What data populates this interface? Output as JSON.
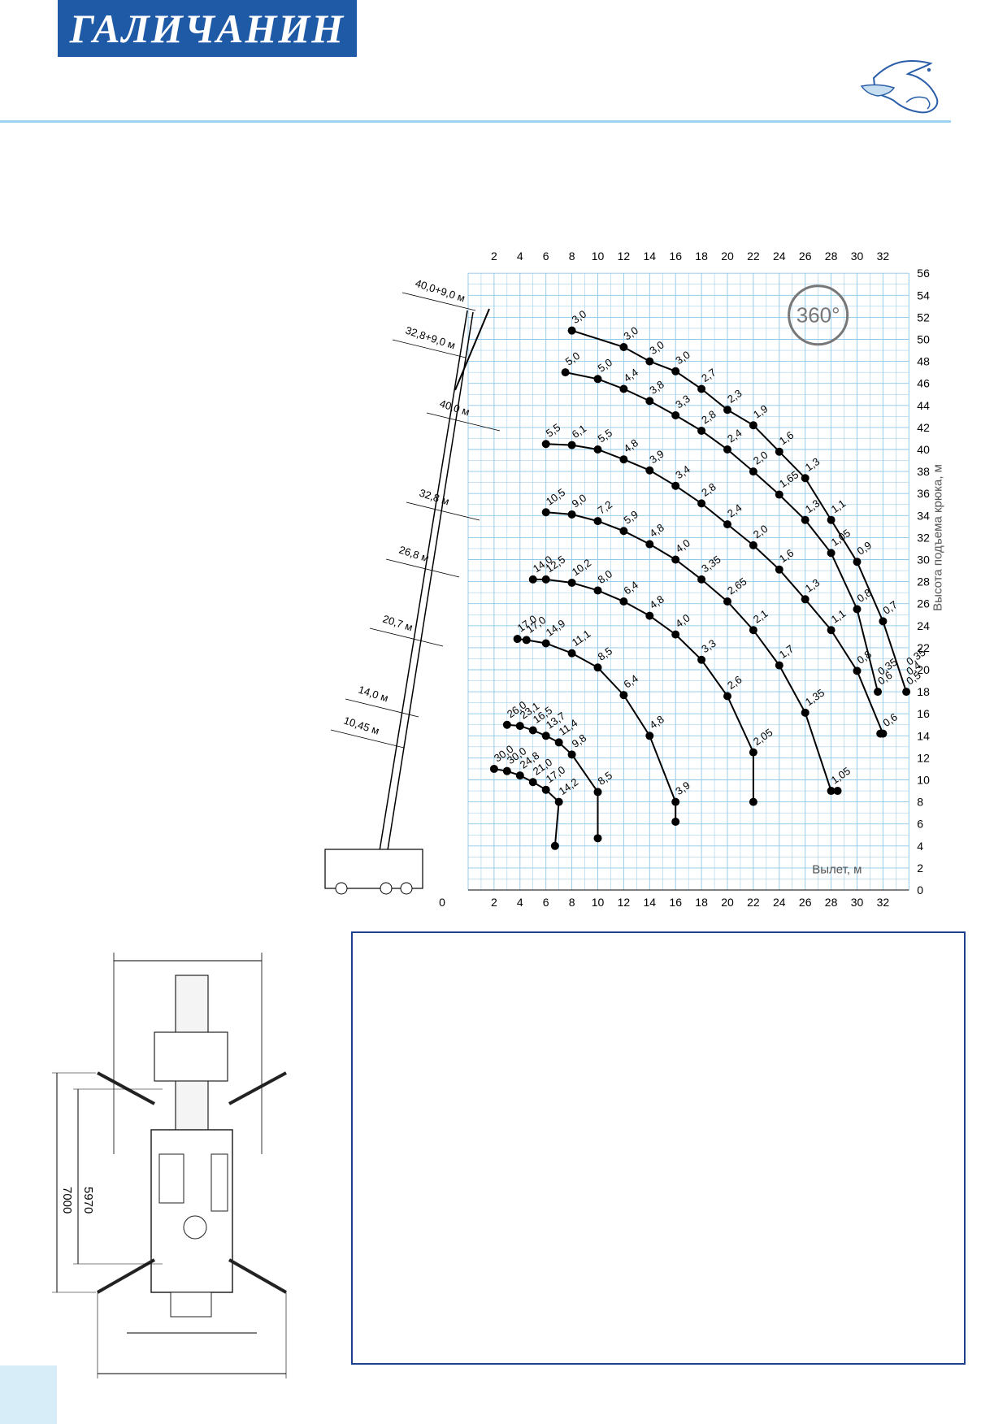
{
  "brand": {
    "name": "ГАЛИЧАНИН",
    "color": "#1f5aa6"
  },
  "chart_data": {
    "type": "scatter",
    "xlabel": "Вылет, м",
    "ylabel": "Высота подъема крюка, м",
    "xticks_top": [
      "2",
      "4",
      "6",
      "8",
      "10",
      "12",
      "14",
      "16",
      "18",
      "20",
      "22",
      "24",
      "26",
      "28",
      "30",
      "32"
    ],
    "xticks_bottom": [
      "0",
      "2",
      "4",
      "6",
      "8",
      "10",
      "12",
      "14",
      "16",
      "18",
      "20",
      "22",
      "24",
      "26",
      "28",
      "30",
      "32"
    ],
    "yticks": [
      "0",
      "2",
      "4",
      "6",
      "8",
      "10",
      "12",
      "14",
      "16",
      "18",
      "20",
      "22",
      "24",
      "26",
      "28",
      "30",
      "32",
      "34",
      "36",
      "38",
      "40",
      "42",
      "44",
      "46",
      "48",
      "50",
      "52",
      "54",
      "56"
    ],
    "rotation_badge": "360°",
    "xlim": [
      0,
      34
    ],
    "ylim": [
      0,
      56
    ],
    "boom_labels": [
      "40,0+9,0 м",
      "32,8+9,0 м",
      "40,0 м",
      "32,8 м",
      "26,8 м",
      "20,7 м",
      "14,0 м",
      "10,45 м"
    ],
    "series": [
      {
        "name": "40,0+9,0 м",
        "x": [
          8,
          12,
          14,
          16,
          18,
          20,
          22,
          24,
          26,
          28,
          30,
          32,
          33.8
        ],
        "y": [
          50.8,
          49.3,
          48,
          47.1,
          45.5,
          43.6,
          42.2,
          39.8,
          37.4,
          33.6,
          29.8,
          24.4,
          18
        ],
        "labels": [
          "3,0",
          "3,0",
          "3,0",
          "3,0",
          "2,7",
          "2,3",
          "1,9",
          "1,6",
          "1,3",
          "1,1",
          "0,9",
          "0,7",
          "0,5",
          "0,4",
          "0,35"
        ]
      },
      {
        "name": "32,8+9,0 м",
        "x": [
          7.5,
          10,
          12,
          14,
          16,
          18,
          20,
          22,
          24,
          26,
          28,
          30,
          31.6
        ],
        "y": [
          47,
          46.4,
          45.5,
          44.4,
          43.1,
          41.7,
          40,
          38,
          35.9,
          33.6,
          30.6,
          25.5,
          18
        ],
        "labels": [
          "5,0",
          "5,0",
          "4,4",
          "3,8",
          "3,3",
          "2,8",
          "2,4",
          "2,0",
          "1,65",
          "1,3",
          "1,05",
          "0,8",
          "0,6",
          "0,35"
        ]
      },
      {
        "name": "40,0 м",
        "x": [
          6,
          8,
          10,
          12,
          14,
          16,
          18,
          20,
          22,
          24,
          26,
          28,
          30,
          32,
          31.8
        ],
        "y": [
          40.5,
          40.4,
          40,
          39.1,
          38.1,
          36.7,
          35.1,
          33.2,
          31.3,
          29.1,
          26.4,
          23.6,
          19.9,
          14.2,
          14.2
        ],
        "labels": [
          "5,5",
          "6,1",
          "5,5",
          "4,8",
          "3,9",
          "3,4",
          "2,8",
          "2,4",
          "2,0",
          "1,6",
          "1,3",
          "1,1",
          "0,8",
          "0,6"
        ]
      },
      {
        "name": "32,8 м",
        "x": [
          6,
          8,
          10,
          12,
          14,
          16,
          18,
          20,
          22,
          24,
          26,
          28,
          28.5
        ],
        "y": [
          34.3,
          34.1,
          33.5,
          32.6,
          31.4,
          30,
          28.2,
          26.2,
          23.6,
          20.4,
          16.1,
          9,
          9
        ],
        "labels": [
          "10,5",
          "9,0",
          "7,2",
          "5,9",
          "4,8",
          "4,0",
          "3,35",
          "2,65",
          "2,1",
          "1,7",
          "1,35",
          "1,05"
        ]
      },
      {
        "name": "26,8 м",
        "x": [
          5,
          6,
          8,
          10,
          12,
          14,
          16,
          18,
          20,
          22,
          22
        ],
        "y": [
          28.2,
          28.2,
          27.9,
          27.2,
          26.2,
          24.9,
          23.2,
          20.9,
          17.6,
          12.5,
          8
        ],
        "labels": [
          "14,0",
          "12,5",
          "10,2",
          "8,0",
          "6,4",
          "4,8",
          "4,0",
          "3,3",
          "2,6",
          "2,05"
        ]
      },
      {
        "name": "20,7 м",
        "x": [
          3.8,
          4.5,
          6,
          8,
          10,
          12,
          14,
          16,
          16
        ],
        "y": [
          22.8,
          22.7,
          22.4,
          21.5,
          20.2,
          17.7,
          14,
          8,
          6.2
        ],
        "labels": [
          "17,0",
          "17,0",
          "14,9",
          "11,1",
          "8,5",
          "6,4",
          "4,8",
          "3,9"
        ]
      },
      {
        "name": "14,0 м",
        "x": [
          3,
          4,
          5,
          6,
          7,
          8,
          10,
          10
        ],
        "y": [
          15,
          14.9,
          14.5,
          14,
          13.4,
          12.3,
          8.9,
          4.7
        ],
        "labels": [
          "26,0",
          "23,1",
          "16,5",
          "13,7",
          "11,4",
          "9,8",
          "8,5"
        ]
      },
      {
        "name": "10,45 м",
        "x": [
          2,
          3,
          4,
          5,
          6,
          7,
          6.7
        ],
        "y": [
          11,
          10.8,
          10.4,
          9.8,
          9.1,
          8,
          4
        ],
        "labels": [
          "30,0",
          "30,0",
          "24,8",
          "21,0",
          "17,0",
          "14,2"
        ]
      }
    ]
  },
  "plan_dims": {
    "width_label": "5970",
    "length_label": "7000"
  },
  "info_box": {
    "title": "",
    "body": ""
  }
}
